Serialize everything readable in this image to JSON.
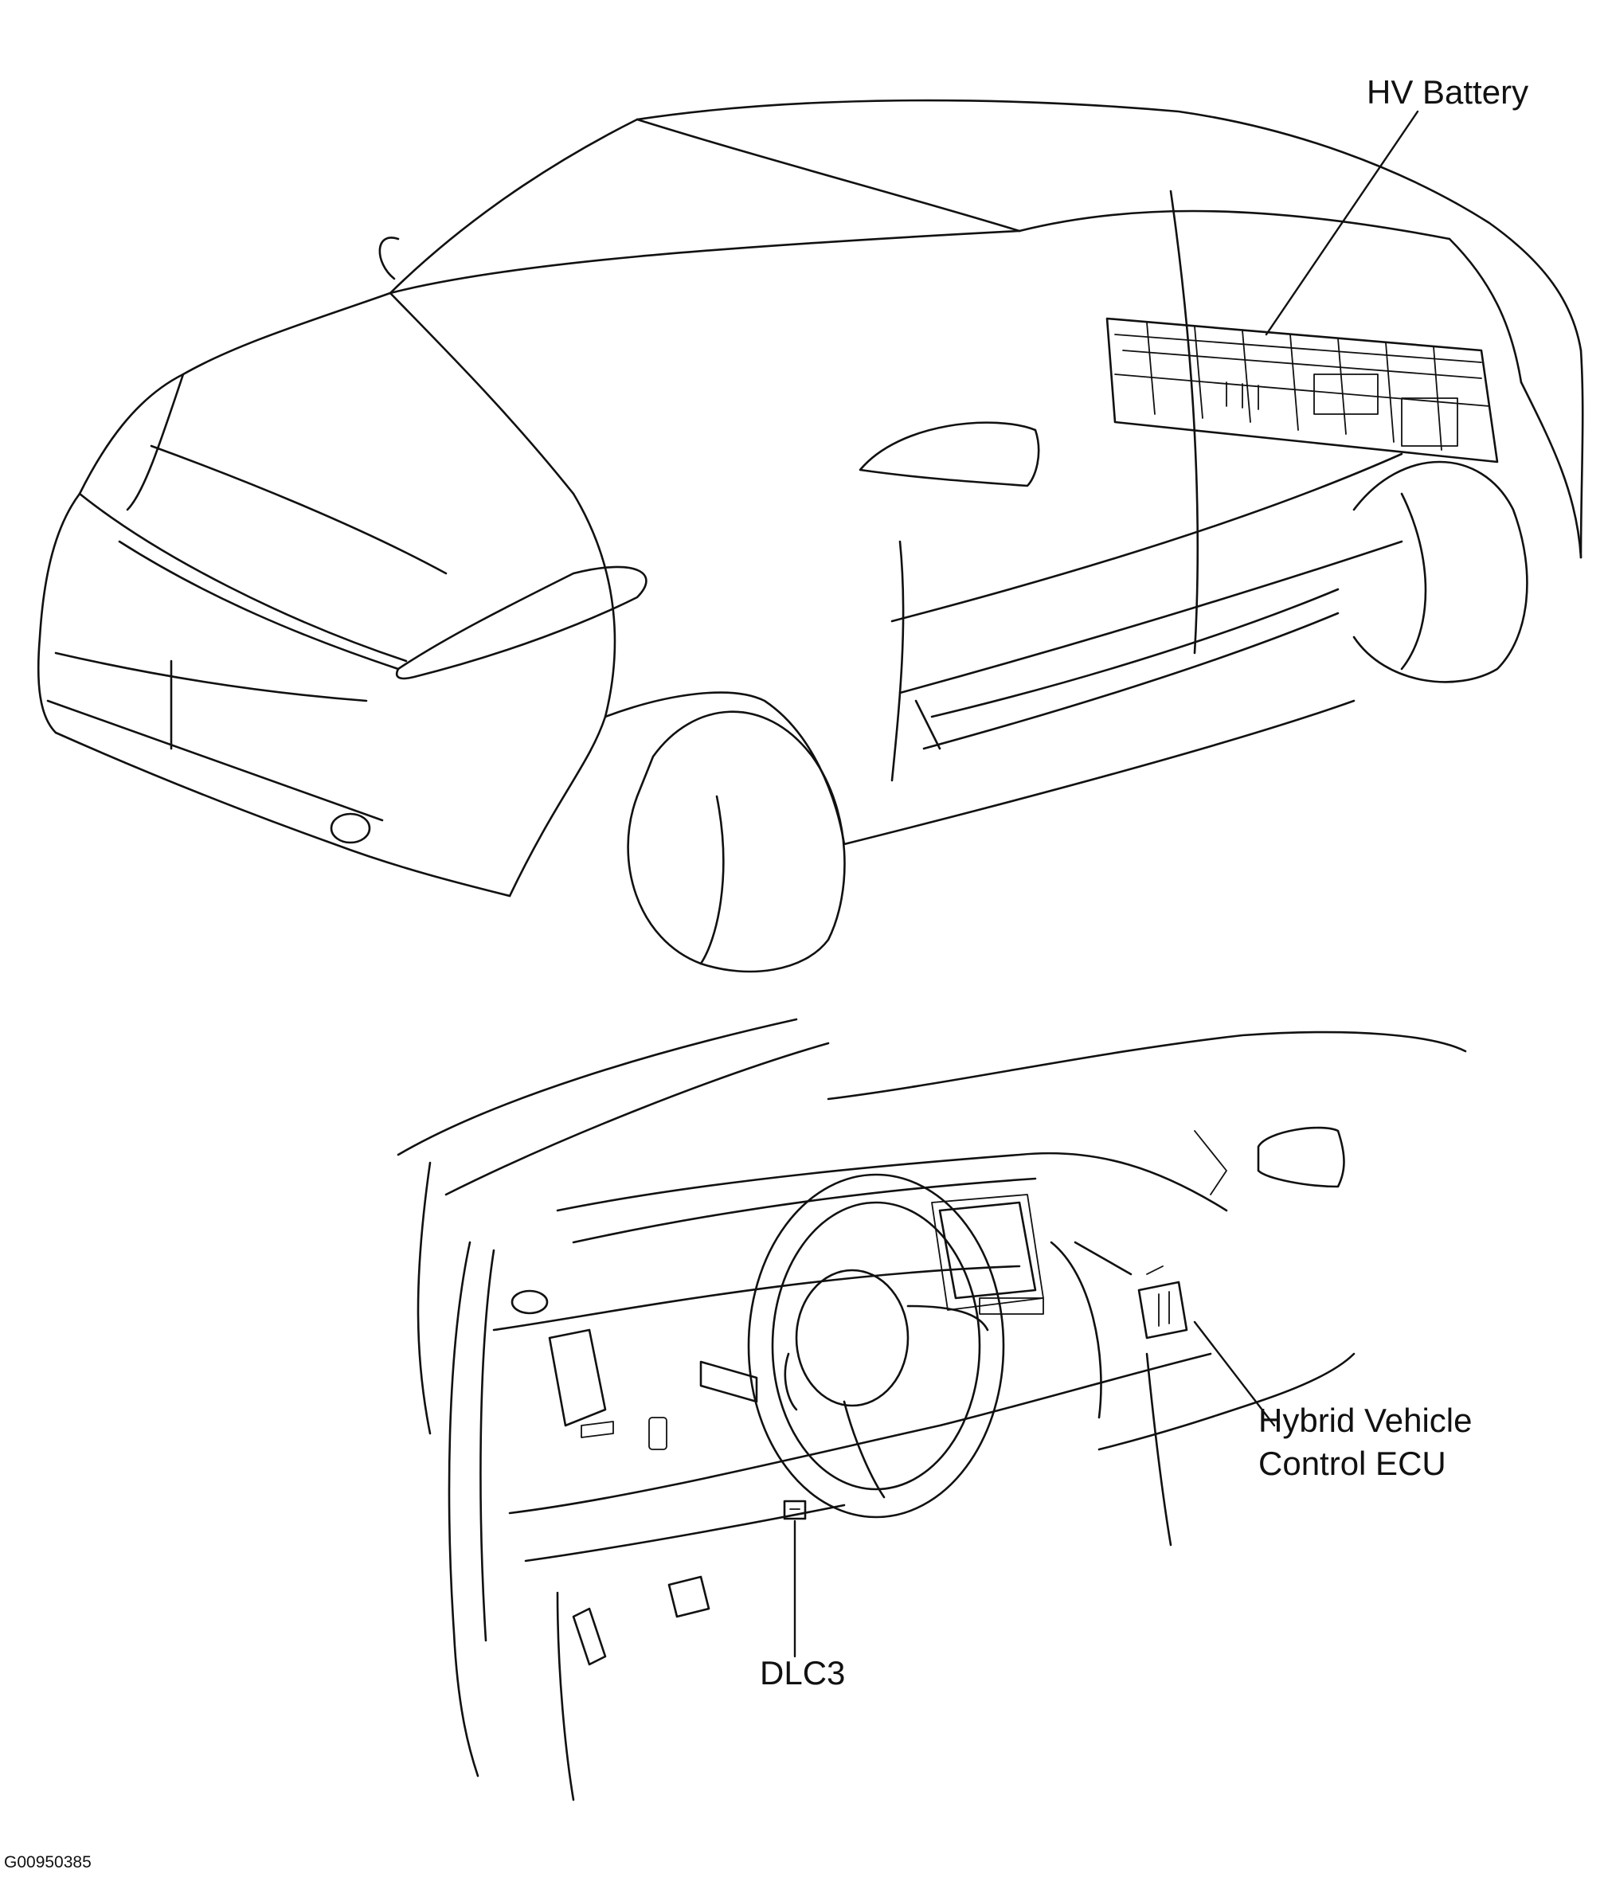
{
  "labels": {
    "hv_battery": "HV Battery",
    "hybrid_ecu_line1": "Hybrid Vehicle",
    "hybrid_ecu_line2": "Control ECU",
    "dlc3": "DLC3"
  },
  "figure_code": "G00950385"
}
